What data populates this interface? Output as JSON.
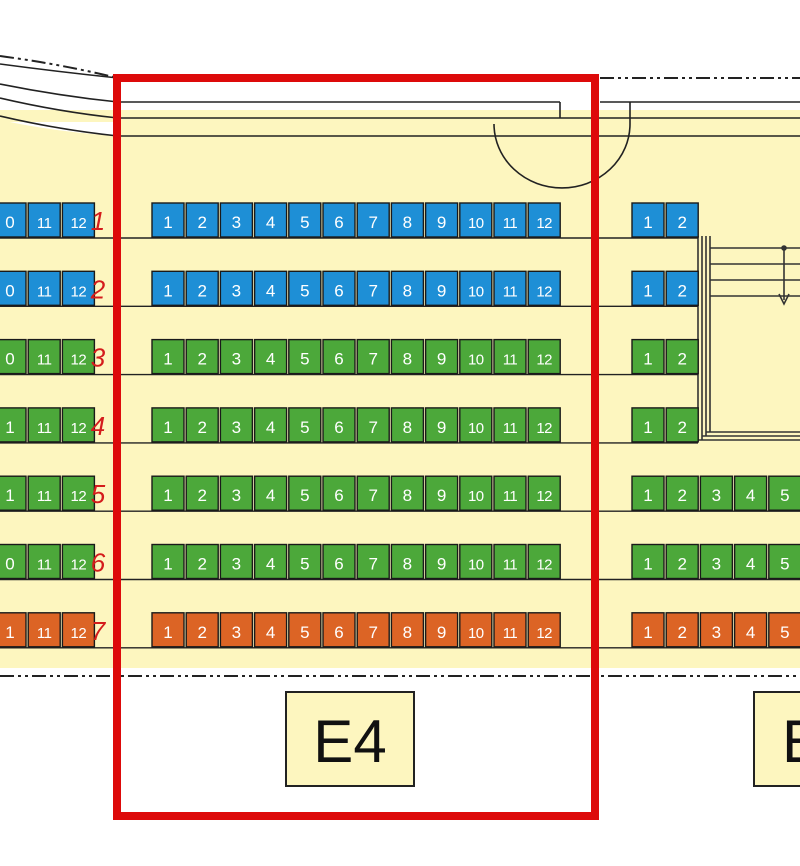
{
  "colors": {
    "floor": "#fdf6bf",
    "row_blue": "#1e8fd6",
    "row_green": "#4ca83a",
    "row_orange": "#dc6425",
    "highlight": "#dd0a0a",
    "row_number": "#d41c1c"
  },
  "highlighted_block": "E4",
  "blocks": {
    "left": {
      "visible_seats": [
        "0",
        "11",
        "12"
      ]
    },
    "center": {
      "label": "E4",
      "seat_numbers": [
        "1",
        "2",
        "3",
        "4",
        "5",
        "6",
        "7",
        "8",
        "9",
        "10",
        "11",
        "12"
      ]
    },
    "right": {
      "label": "E",
      "partial_label": true
    }
  },
  "rows": [
    {
      "number": "1",
      "color": "blue",
      "left_seats": [
        "0",
        "11",
        "12"
      ],
      "right_seats": [
        "1",
        "2"
      ]
    },
    {
      "number": "2",
      "color": "blue",
      "left_seats": [
        "0",
        "11",
        "12"
      ],
      "right_seats": [
        "1",
        "2"
      ]
    },
    {
      "number": "3",
      "color": "green",
      "left_seats": [
        "0",
        "11",
        "12"
      ],
      "right_seats": [
        "1",
        "2"
      ]
    },
    {
      "number": "4",
      "color": "green",
      "left_seats": [
        "1",
        "11",
        "12"
      ],
      "right_seats": [
        "1",
        "2"
      ]
    },
    {
      "number": "5",
      "color": "green",
      "left_seats": [
        "1",
        "11",
        "12"
      ],
      "right_seats": [
        "1",
        "2",
        "3",
        "4",
        "5"
      ]
    },
    {
      "number": "6",
      "color": "green",
      "left_seats": [
        "0",
        "11",
        "12"
      ],
      "right_seats": [
        "1",
        "2",
        "3",
        "4",
        "5"
      ]
    },
    {
      "number": "7",
      "color": "orange",
      "left_seats": [
        "1",
        "11",
        "12"
      ],
      "right_seats": [
        "1",
        "2",
        "3",
        "4",
        "5"
      ]
    }
  ]
}
